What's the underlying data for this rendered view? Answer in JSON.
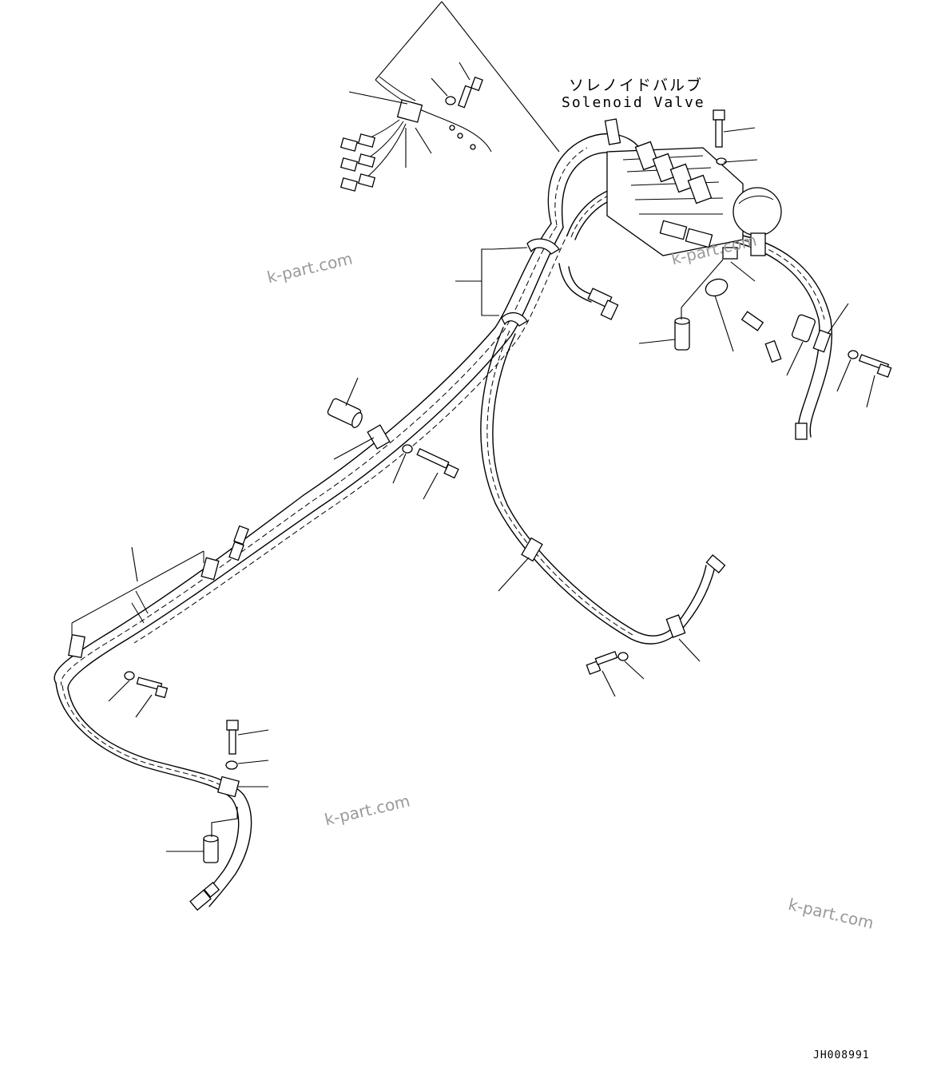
{
  "labels": {
    "solenoid_valve_jp": "ソレノイドバルブ",
    "solenoid_valve_en": "Solenoid Valve"
  },
  "watermarks": [
    "k-part.com",
    "k-part.com",
    "k-part.com",
    "k-part.com"
  ],
  "document_number": "JH008991",
  "colors": {
    "ink": "#000000",
    "watermark": "#9a9a9a",
    "background": "#ffffff"
  }
}
